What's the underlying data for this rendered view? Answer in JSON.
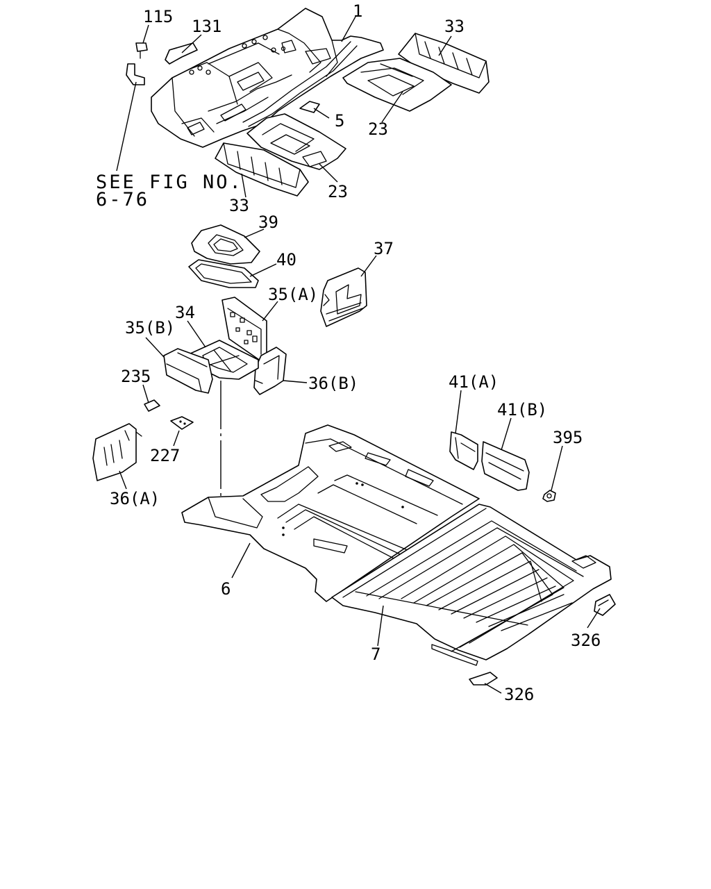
{
  "note": {
    "line1": "SEE FIG NO.",
    "line2": "6-76"
  },
  "labels": {
    "p115": "115",
    "p131": "131",
    "p1": "1",
    "p33a": "33",
    "p5": "5",
    "p23a": "23",
    "p23b": "23",
    "p33b": "33",
    "p39": "39",
    "p40": "40",
    "p37": "37",
    "p35a": "35(A)",
    "p34": "34",
    "p35b": "35(B)",
    "p235": "235",
    "p36b": "36(B)",
    "p227": "227",
    "p36a": "36(A)",
    "p41a": "41(A)",
    "p41b": "41(B)",
    "p395": "395",
    "p6": "6",
    "p7": "7",
    "p326a": "326",
    "p326b": "326"
  }
}
